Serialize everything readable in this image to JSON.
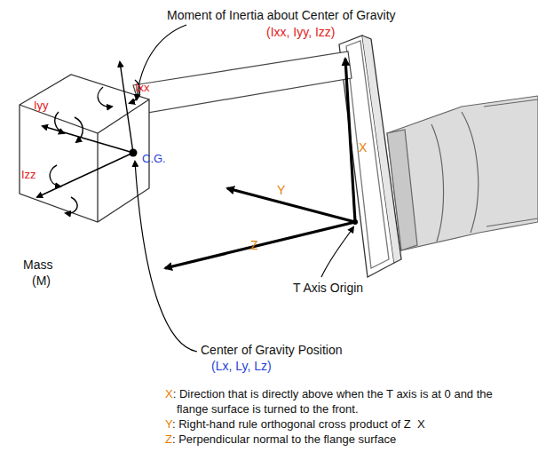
{
  "diagram": {
    "labels": [
      "Moment of Inertia about Center of Gravity",
      "(Ixx, Iyy, Izz)",
      "Ixx",
      "Iyy",
      "Izz",
      "C.G.",
      "X",
      "Y",
      "Z",
      "T Axis Origin",
      "Mass",
      "(M)",
      "Center of Gravity Position",
      "(Lx, Ly, Lz)",
      "X",
      ": Direction that is directly above when the T axis is at 0 and the flange surface is turned to the front.",
      "Y",
      ": Right-hand rule orthogonal cross product of Z  X",
      "Z",
      ": Perpendicular normal to the flange surface"
    ]
  }
}
